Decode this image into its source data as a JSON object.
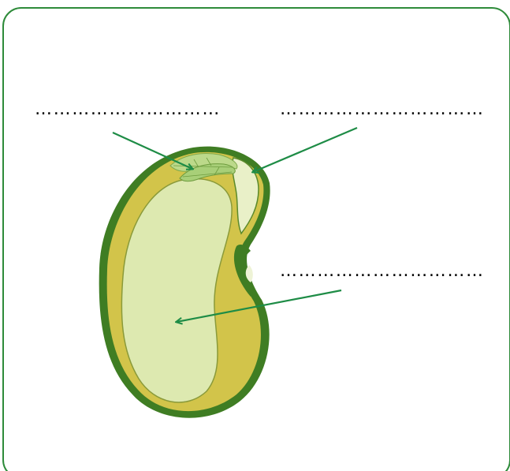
{
  "labels": [
    {
      "id": "plumule",
      "text": "…………………………"
    },
    {
      "id": "radicle",
      "text": "……………………………"
    },
    {
      "id": "cotyledon",
      "text": "……………………………"
    }
  ],
  "colors": {
    "frame": "#2e8b3a",
    "seed_coat_outer": "#3f7d23",
    "seed_fill": "#d2c44a",
    "cotyledon": "#dde9b0",
    "embryo_axis": "#e9f0c8",
    "leaf": "#a8cf78",
    "arrow": "#1e8c46"
  }
}
